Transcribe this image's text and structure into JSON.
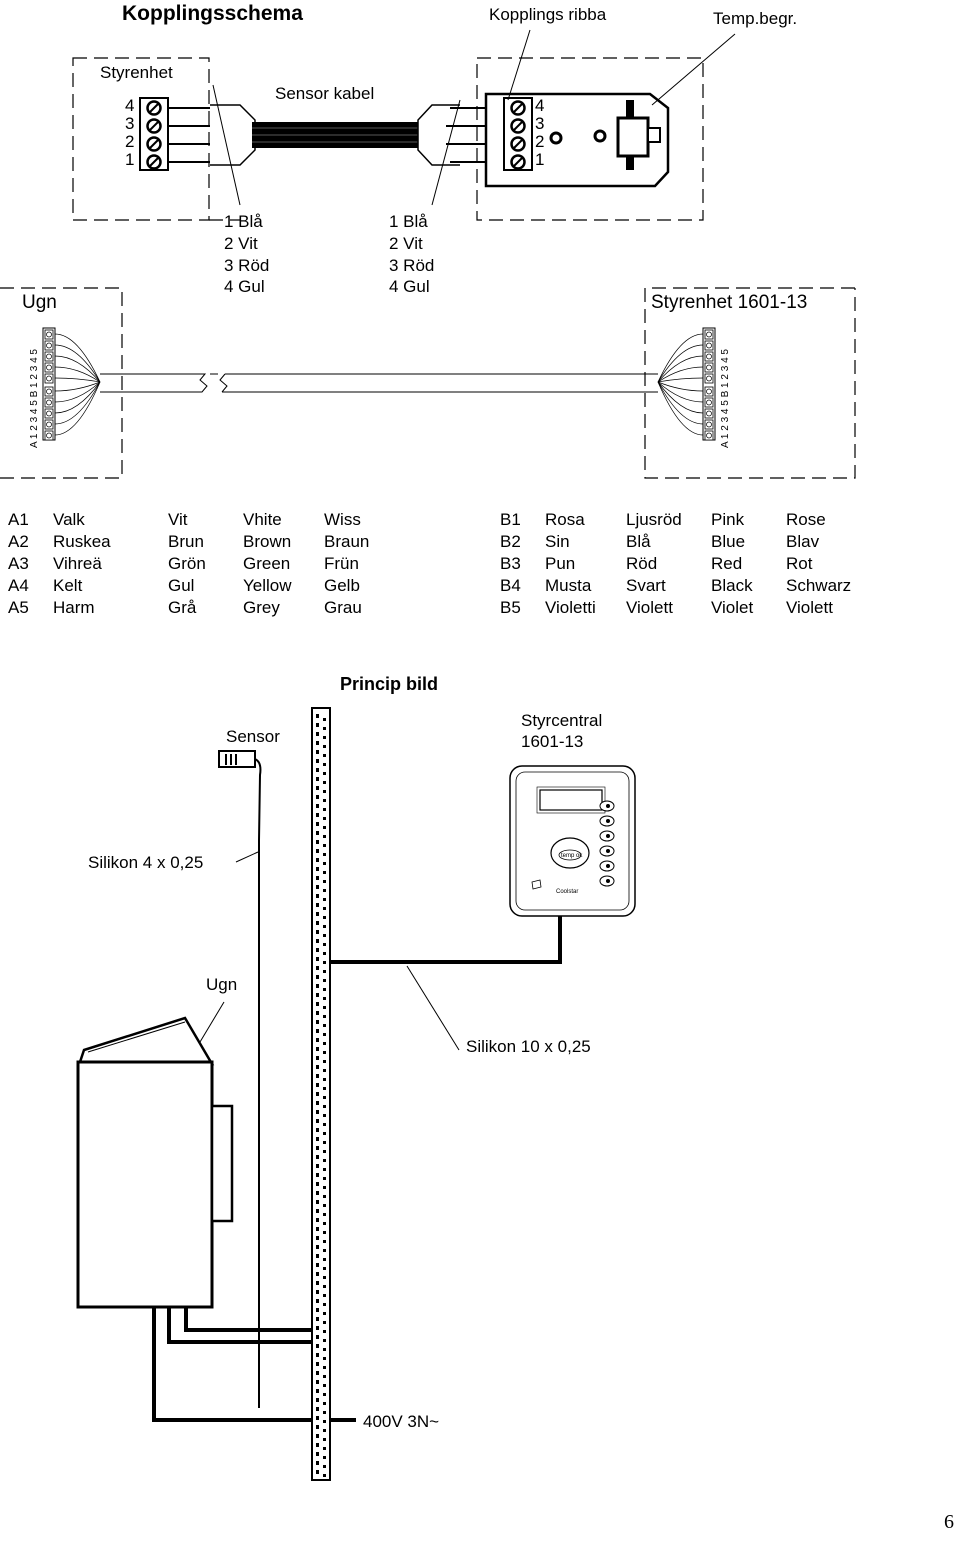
{
  "top": {
    "title": "Kopplingsschema",
    "kopplings_ribba": "Kopplings ribba",
    "temp_begr": "Temp.begr.",
    "styrenhet_label": "Styrenhet",
    "sensor_kabel": "Sensor kabel",
    "pins_left": [
      "4",
      "3",
      "2",
      "1"
    ],
    "pins_right": [
      "4",
      "3",
      "2",
      "1"
    ],
    "wires_left": [
      "1 Blå",
      "2 Vit",
      "3 Röd",
      "4 Gul"
    ],
    "wires_right": [
      "1 Blå",
      "2 Vit",
      "3 Röd",
      "4 Gul"
    ]
  },
  "middle": {
    "ugn_label": "Ugn",
    "styrenhet_label": "Styrenhet 1601-13",
    "terminal_left": "A 1 2 3 4 5   B 1 2 3 4 5",
    "terminal_right": "A 1 2 3 4 5   B 1 2 3 4 5"
  },
  "color_table_a": [
    [
      "A1",
      "Valk",
      "Vit",
      "Vhite",
      "Wiss"
    ],
    [
      "A2",
      "Ruskea",
      "Brun",
      "Brown",
      "Braun"
    ],
    [
      "A3",
      "Vihreä",
      "Grön",
      "Green",
      "Frün"
    ],
    [
      "A4",
      "Kelt",
      "Gul",
      "Yellow",
      "Gelb"
    ],
    [
      "A5",
      "Harm",
      "Grå",
      "Grey",
      "Grau"
    ]
  ],
  "color_table_b": [
    [
      "B1",
      "Rosa",
      "Ljusröd",
      "Pink",
      "Rose"
    ],
    [
      "B2",
      "Sin",
      "Blå",
      "Blue",
      "Blav"
    ],
    [
      "B3",
      "Pun",
      "Röd",
      "Red",
      "Rot"
    ],
    [
      "B4",
      "Musta",
      "Svart",
      "Black",
      "Schwarz"
    ],
    [
      "B5",
      "Violetti",
      "Violett",
      "Violet",
      "Violett"
    ]
  ],
  "principle": {
    "title": "Princip bild",
    "sensor": "Sensor",
    "styrcentral_line1": "Styrcentral",
    "styrcentral_line2": "1601-13",
    "silikon4": "Silikon 4 x 0,25",
    "ugn": "Ugn",
    "silikon10": "Silikon 10 x 0,25",
    "power": "400V 3N~",
    "device_brand": "Coolstar",
    "device_badge": "temp ok"
  },
  "page_number": "6"
}
